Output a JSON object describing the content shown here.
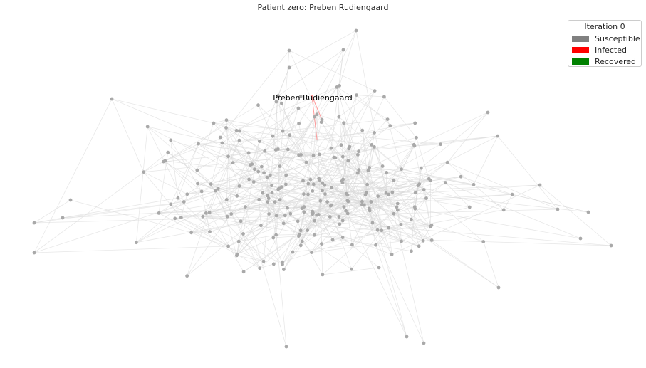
{
  "title": "Patient zero: Preben Rudiengaard",
  "patient_zero_label": "Preben Rudiengaard",
  "legend": {
    "title": "Iteration 0",
    "items": [
      {
        "label": "Susceptible",
        "color": "#808080"
      },
      {
        "label": "Infected",
        "color": "#ff0000"
      },
      {
        "label": "Recovered",
        "color": "#008000"
      }
    ]
  },
  "colors": {
    "node": "#a9a9a9",
    "edge": "#d9d9d9",
    "infected_edge": "#ff9999"
  }
}
